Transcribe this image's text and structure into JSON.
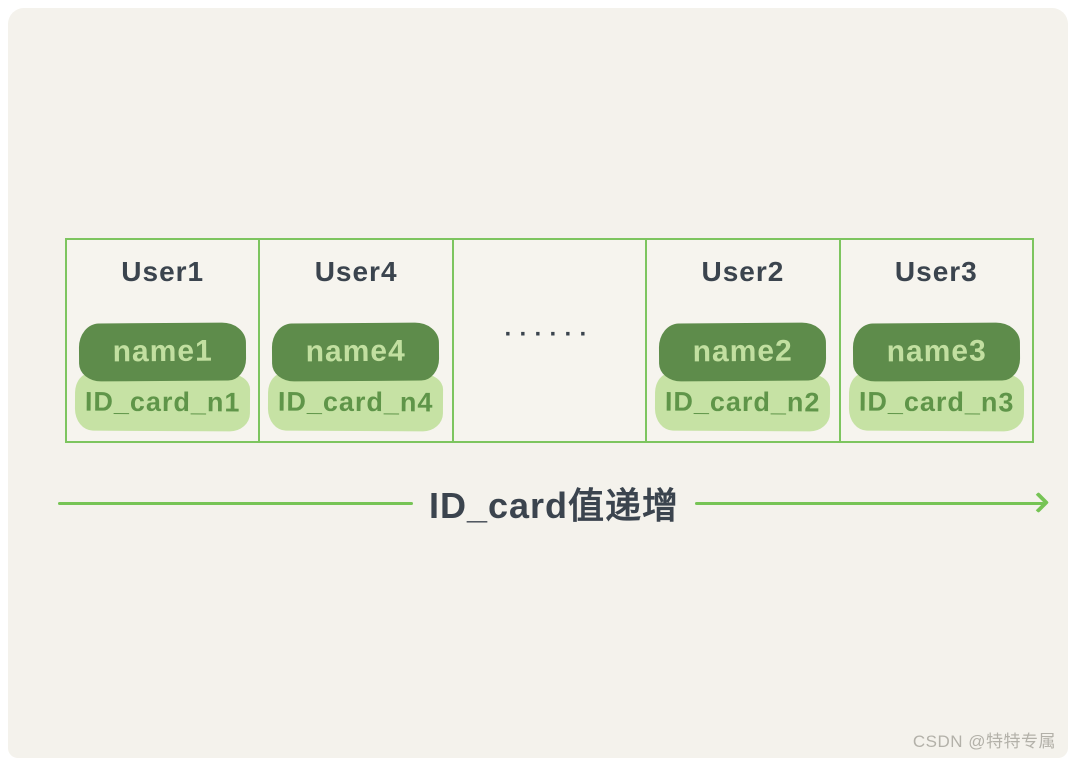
{
  "colors": {
    "page_background": "#ffffff",
    "canvas_background": "#f4f2ec",
    "table_border": "#7dc55f",
    "name_pill_background": "#5e8c4b",
    "name_pill_text": "#c2dfa0",
    "id_pill_background": "#c6e2a4",
    "id_pill_text": "#5f9549",
    "heading_text": "#3b444e",
    "arrow": "#76c455",
    "watermark_text": "#b3b1a9"
  },
  "table": {
    "cells": [
      {
        "type": "user",
        "title": "User1",
        "name": "name1",
        "id_card": "ID_card_n1"
      },
      {
        "type": "user",
        "title": "User4",
        "name": "name4",
        "id_card": "ID_card_n4"
      },
      {
        "type": "ellipsis",
        "label": "······"
      },
      {
        "type": "user",
        "title": "User2",
        "name": "name2",
        "id_card": "ID_card_n2"
      },
      {
        "type": "user",
        "title": "User3",
        "name": "name3",
        "id_card": "ID_card_n3"
      }
    ]
  },
  "arrow": {
    "label": "ID_card值递增"
  },
  "watermark": "CSDN @特特专属"
}
